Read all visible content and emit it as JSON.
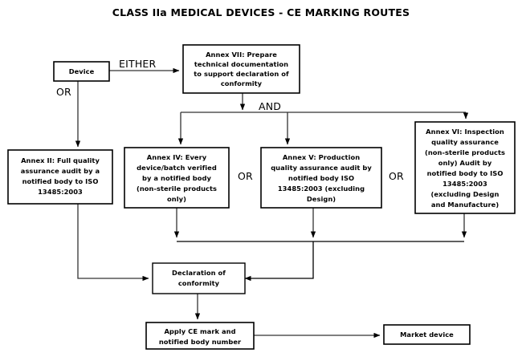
{
  "title": "CLASS IIa MEDICAL DEVICES - CE MARKING ROUTES",
  "nodes": {
    "device": {
      "label": "Device"
    },
    "annex_vii": {
      "lines": [
        "Annex VII: Prepare",
        "technical documentation",
        "to support declaration of",
        "conformity"
      ]
    },
    "annex_ii": {
      "lines": [
        "Annex II: Full quality",
        "assurance audit by a",
        "notified body to ISO",
        "13485:2003"
      ]
    },
    "annex_iv": {
      "lines": [
        "Annex IV: Every",
        "device/batch verified",
        "by a notified body",
        "(non-sterile products",
        "only)"
      ]
    },
    "annex_v": {
      "lines": [
        "Annex V: Production",
        "quality assurance audit by",
        "notified body ISO",
        "13485:2003 (excluding",
        "Design)"
      ]
    },
    "annex_vi": {
      "lines": [
        "Annex VI: Inspection",
        "quality assurance",
        "(non-sterile products",
        "only) Audit by",
        "notified body to ISO",
        "13485:2003",
        "(excluding Design",
        "and Manufacture)"
      ]
    },
    "declaration": {
      "lines": [
        "Declaration of",
        "conformity"
      ]
    },
    "apply_ce": {
      "lines": [
        "Apply CE mark and",
        "notified body number"
      ]
    },
    "market_device": {
      "label": "Market device"
    }
  },
  "connector_labels": {
    "either": "EITHER",
    "or_left": "OR",
    "and": "AND",
    "or_iv_v": "OR",
    "or_v_vi": "OR"
  },
  "colors": {
    "background": "#ffffff",
    "box_stroke": "#000000",
    "edge_stroke": "#333333",
    "text": "#000000"
  },
  "chart_data": {
    "type": "diagram",
    "title": "CLASS IIa MEDICAL DEVICES - CE MARKING ROUTES",
    "diagram_kind": "flowchart",
    "nodes": [
      {
        "id": "device",
        "text": "Device"
      },
      {
        "id": "annex_vii",
        "text": "Annex VII: Prepare technical documentation to support declaration of conformity"
      },
      {
        "id": "annex_ii",
        "text": "Annex II: Full quality assurance audit by a notified body to ISO 13485:2003"
      },
      {
        "id": "annex_iv",
        "text": "Annex IV: Every device/batch verified by a notified body (non-sterile products only)"
      },
      {
        "id": "annex_v",
        "text": "Annex V: Production quality assurance audit by notified body ISO 13485:2003 (excluding Design)"
      },
      {
        "id": "annex_vi",
        "text": "Annex VI: Inspection quality assurance (non-sterile products only) Audit by notified body to ISO 13485:2003 (excluding Design and Manufacture)"
      },
      {
        "id": "declaration",
        "text": "Declaration of conformity"
      },
      {
        "id": "apply_ce",
        "text": "Apply CE mark and notified body number"
      },
      {
        "id": "market_device",
        "text": "Market device"
      }
    ],
    "edges": [
      {
        "from": "device",
        "to": "annex_vii",
        "label": "EITHER"
      },
      {
        "from": "device",
        "to": "annex_ii",
        "label": "OR"
      },
      {
        "from": "annex_vii",
        "to": "annex_iv",
        "label": "AND"
      },
      {
        "from": "annex_vii",
        "to": "annex_v",
        "label": "AND"
      },
      {
        "from": "annex_vii",
        "to": "annex_vi",
        "label": "AND"
      },
      {
        "from": "annex_iv",
        "to": "declaration",
        "label": ""
      },
      {
        "from": "annex_v",
        "to": "declaration",
        "label": ""
      },
      {
        "from": "annex_vi",
        "to": "declaration",
        "label": ""
      },
      {
        "from": "annex_ii",
        "to": "declaration",
        "label": ""
      },
      {
        "from": "declaration",
        "to": "apply_ce",
        "label": ""
      },
      {
        "from": "apply_ce",
        "to": "market_device",
        "label": ""
      }
    ],
    "alternatives": [
      {
        "between": [
          "annex_iv",
          "annex_v"
        ],
        "label": "OR"
      },
      {
        "between": [
          "annex_v",
          "annex_vi"
        ],
        "label": "OR"
      }
    ]
  }
}
